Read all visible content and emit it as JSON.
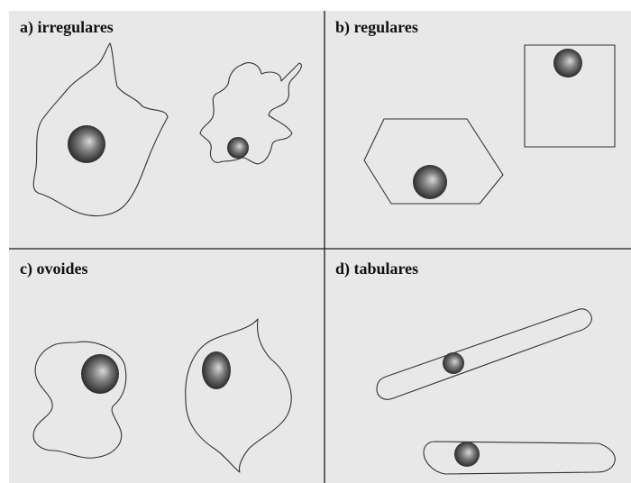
{
  "panels": [
    {
      "id": "a",
      "label": "a) irregulares"
    },
    {
      "id": "b",
      "label": "b) regulares"
    },
    {
      "id": "c",
      "label": "c) ovoides"
    },
    {
      "id": "d",
      "label": "d) tabulares"
    }
  ],
  "colors": {
    "background": "#e8e8e8",
    "outline": "#333333",
    "divider": "#1a1a1a",
    "nucleus_light": "#d9d9d9",
    "nucleus_dark": "#1e1e1e"
  }
}
